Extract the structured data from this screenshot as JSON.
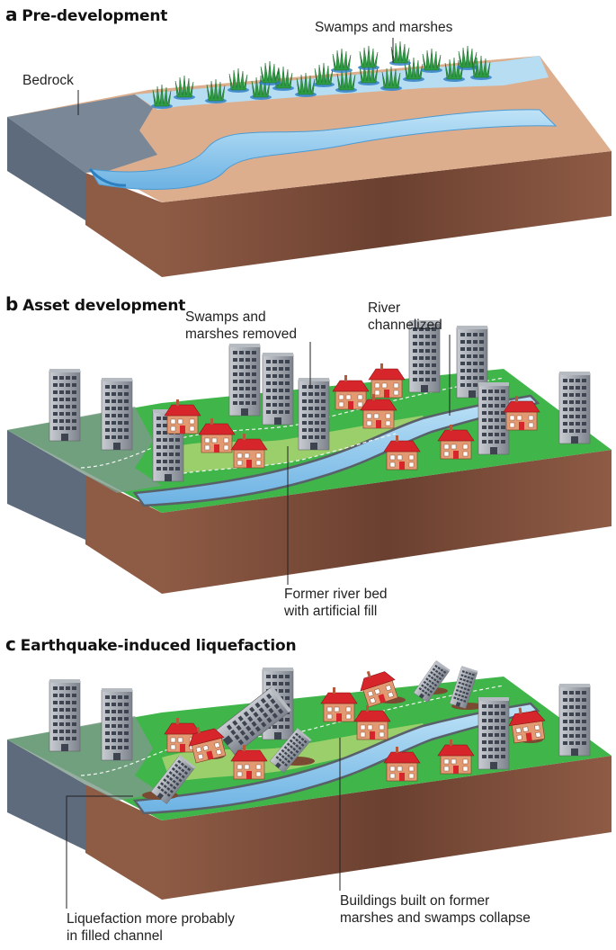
{
  "panels": [
    {
      "letter": "a",
      "title": "Pre-development",
      "labels": {
        "swamps": "Swamps and marshes",
        "bedrock": "Bedrock"
      }
    },
    {
      "letter": "b",
      "title": "Asset development",
      "labels": {
        "removed_1": "Swamps and",
        "removed_2": "marshes removed",
        "river_1": "River",
        "river_2": "channelized",
        "fill_1": "Former river bed",
        "fill_2": "with artificial fill"
      }
    },
    {
      "letter": "c",
      "title": "Earthquake-induced liquefaction",
      "labels": {
        "liq_1": "Liquefaction more probably",
        "liq_2": "in filled channel",
        "collapse_1": "Buildings built on former",
        "collapse_2": "marshes and swamps collapse"
      }
    }
  ],
  "colors": {
    "soil_top": "#dcae8e",
    "soil_side": "#8e5b45",
    "soil_side_dark": "#6b4030",
    "bedrock": "#7a8796",
    "bedrock_side": "#5e6b7c",
    "water": "#8fc8ec",
    "water_dark": "#4a9bd4",
    "grass": "#3fb54a",
    "grass_dark": "#1f8a34",
    "grass_light": "#9bcf6b",
    "roof": "#d6252b",
    "wall": "#e29a72",
    "tower": "#8a909a",
    "marsh_plant": "#2e9c43"
  }
}
